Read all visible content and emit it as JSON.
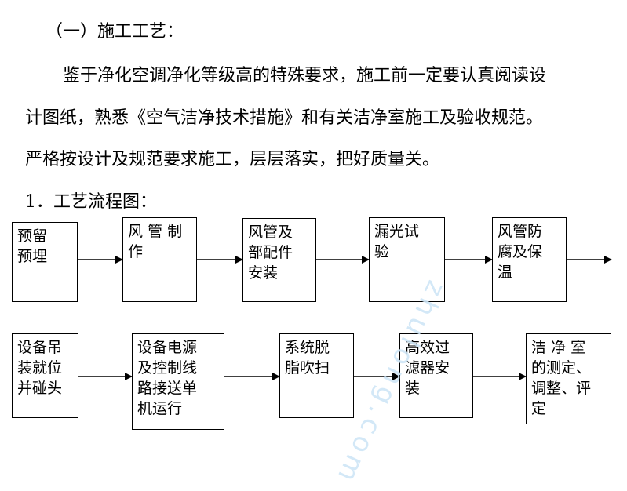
{
  "heading": "（一）施工工艺：",
  "paragraph": {
    "line1": "鉴于净化空调净化等级高的特殊要求，施工前一定要认真阅读设",
    "line2": "计图纸，熟悉《空气洁净技术措施》和有关洁净室施工及验收规范。",
    "line3": "严格按设计及规范要求施工，层层落实，把好质量关。"
  },
  "sub_heading": "1．工艺流程图：",
  "flow_row1": [
    {
      "lines": [
        "预留",
        "预埋"
      ]
    },
    {
      "lines": [
        "风 管 制",
        "作"
      ]
    },
    {
      "lines": [
        "风管及",
        "部配件",
        "安装"
      ]
    },
    {
      "lines": [
        "漏光试",
        "验"
      ]
    },
    {
      "lines": [
        "风管防",
        "腐及保",
        "温"
      ]
    }
  ],
  "flow_row2": [
    {
      "lines": [
        "设备吊",
        "装就位",
        "并碰头"
      ]
    },
    {
      "lines": [
        "设备电源",
        "及控制线",
        "路接送单",
        "机运行"
      ]
    },
    {
      "lines": [
        "系统脱",
        "脂吹扫"
      ]
    },
    {
      "lines": [
        "高效过",
        "滤器安",
        "装"
      ]
    },
    {
      "lines": [
        "洁 净 室",
        "的测定、",
        "调整、评",
        "定"
      ]
    }
  ],
  "watermark": "zhulong.com"
}
